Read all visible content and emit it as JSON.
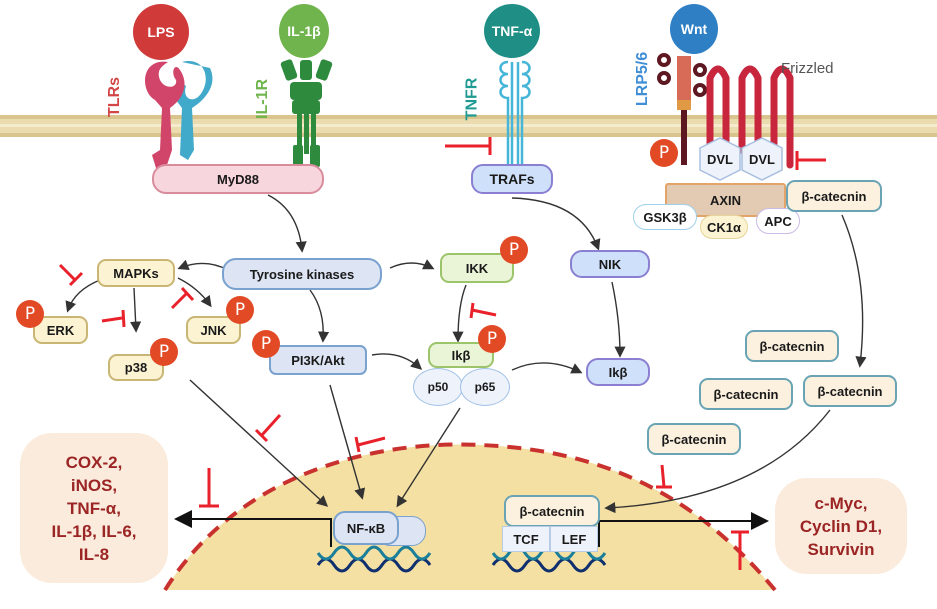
{
  "ligands": {
    "lps": "LPS",
    "il1b": "IL-1β",
    "tnfa": "TNF-α",
    "wnt": "Wnt"
  },
  "receptors": {
    "tlrs": "TLRs",
    "il1r": "IL-1R",
    "tnfr": "TNFR",
    "lrp56": "LRP5/6",
    "frizzled": "Frizzled"
  },
  "adaptors": {
    "myd88": "MyD88",
    "trafs": "TRAFs",
    "dvl1": "DVL",
    "dvl2": "DVL"
  },
  "destruction_complex": {
    "axin": "AXIN",
    "gsk3b": "GSK3β",
    "ck1a": "CK1α",
    "apc": "APC",
    "bcat": "β-catecnin"
  },
  "kinases": {
    "tyrosine": "Tyrosine kinases",
    "mapks": "MAPKs",
    "erk": "ERK",
    "jnk": "JNK",
    "p38": "p38",
    "pi3k": "PI3K/Akt",
    "ikk": "IKK",
    "nik": "NIK"
  },
  "nfkb_complex": {
    "ikb": "Ikβ",
    "p50": "p50",
    "p65": "p65",
    "ikb_free": "Ikβ"
  },
  "bcat_cytoplasm": [
    "β-catecnin",
    "β-catecnin",
    "β-catecnin",
    "β-catecnin"
  ],
  "nucleus": {
    "nfkb": "NF-κB",
    "bcat": "β-catecnin",
    "tcf": "TCF",
    "lef": "LEF"
  },
  "phospho_label": "P",
  "outputs": {
    "left": [
      "COX-2,",
      "iNOS,",
      "TNF-α,",
      "IL-1β, IL-6,",
      "IL-8"
    ],
    "right": [
      "c-Myc,",
      "Cyclin D1,",
      "Survivin"
    ]
  },
  "colors": {
    "lps": "#d03a38",
    "il1b": "#6fb44c",
    "tnfa": "#1f8f86",
    "wnt": "#2f7fc5",
    "tlr_label": "#d24646",
    "il1r_label": "#6fb44c",
    "tnfr_label": "#1f9a92",
    "lrp_label": "#3f8ed6",
    "inhibit": "#e8212b",
    "phospho": "#e24a26",
    "membrane": "#e9d9a8",
    "nucleus": "#f4e0a3",
    "nuclear_border": "#c8312e"
  }
}
